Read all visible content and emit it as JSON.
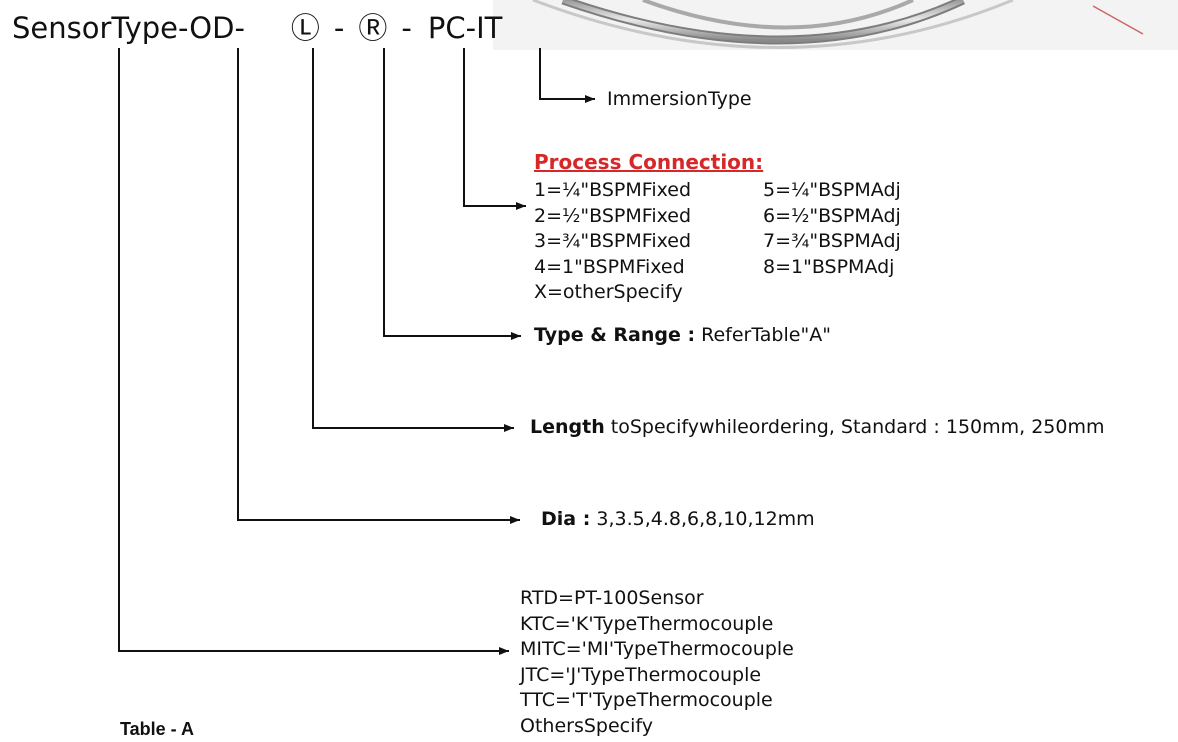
{
  "code": {
    "prefix": "SensorType-OD-",
    "length_symbol": "Ⓛ",
    "sep1": "-",
    "range_symbol": "Ⓡ",
    "sep2": "-",
    "suffix": "PC-IT"
  },
  "immersion": {
    "text": "ImmersionType"
  },
  "process_connection": {
    "title": "Process Connection:",
    "options": [
      "1=¼\"BSPMFixed",
      "5=¼\"BSPMAdj",
      "2=½\"BSPMFixed",
      "6=½\"BSPMAdj",
      "3=¾\"BSPMFixed",
      "7=¾\"BSPMAdj",
      "4=1\"BSPMFixed",
      "8=1\"BSPMAdj",
      "X=otherSpecify"
    ]
  },
  "type_range": {
    "label": "Type & Range :",
    "text": " ReferTable\"A\""
  },
  "length": {
    "label": "Length",
    "text": " toSpecifywhileordering, Standard : 150mm, 250mm"
  },
  "dia": {
    "label": "Dia :",
    "text": " 3,3.5,4.8,6,8,10,12mm"
  },
  "sensor_types": [
    "RTD=PT-100Sensor",
    "KTC='K'TypeThermocouple",
    "MITC='MI'TypeThermocouple",
    "JTC='J'TypeThermocouple",
    "TTC='T'TypeThermocouple",
    "OthersSpecify"
  ],
  "table_label": "Table - A",
  "colors": {
    "heading_red": "#d62828",
    "line": "#111111",
    "photo_bg": "#f3f3f3"
  }
}
